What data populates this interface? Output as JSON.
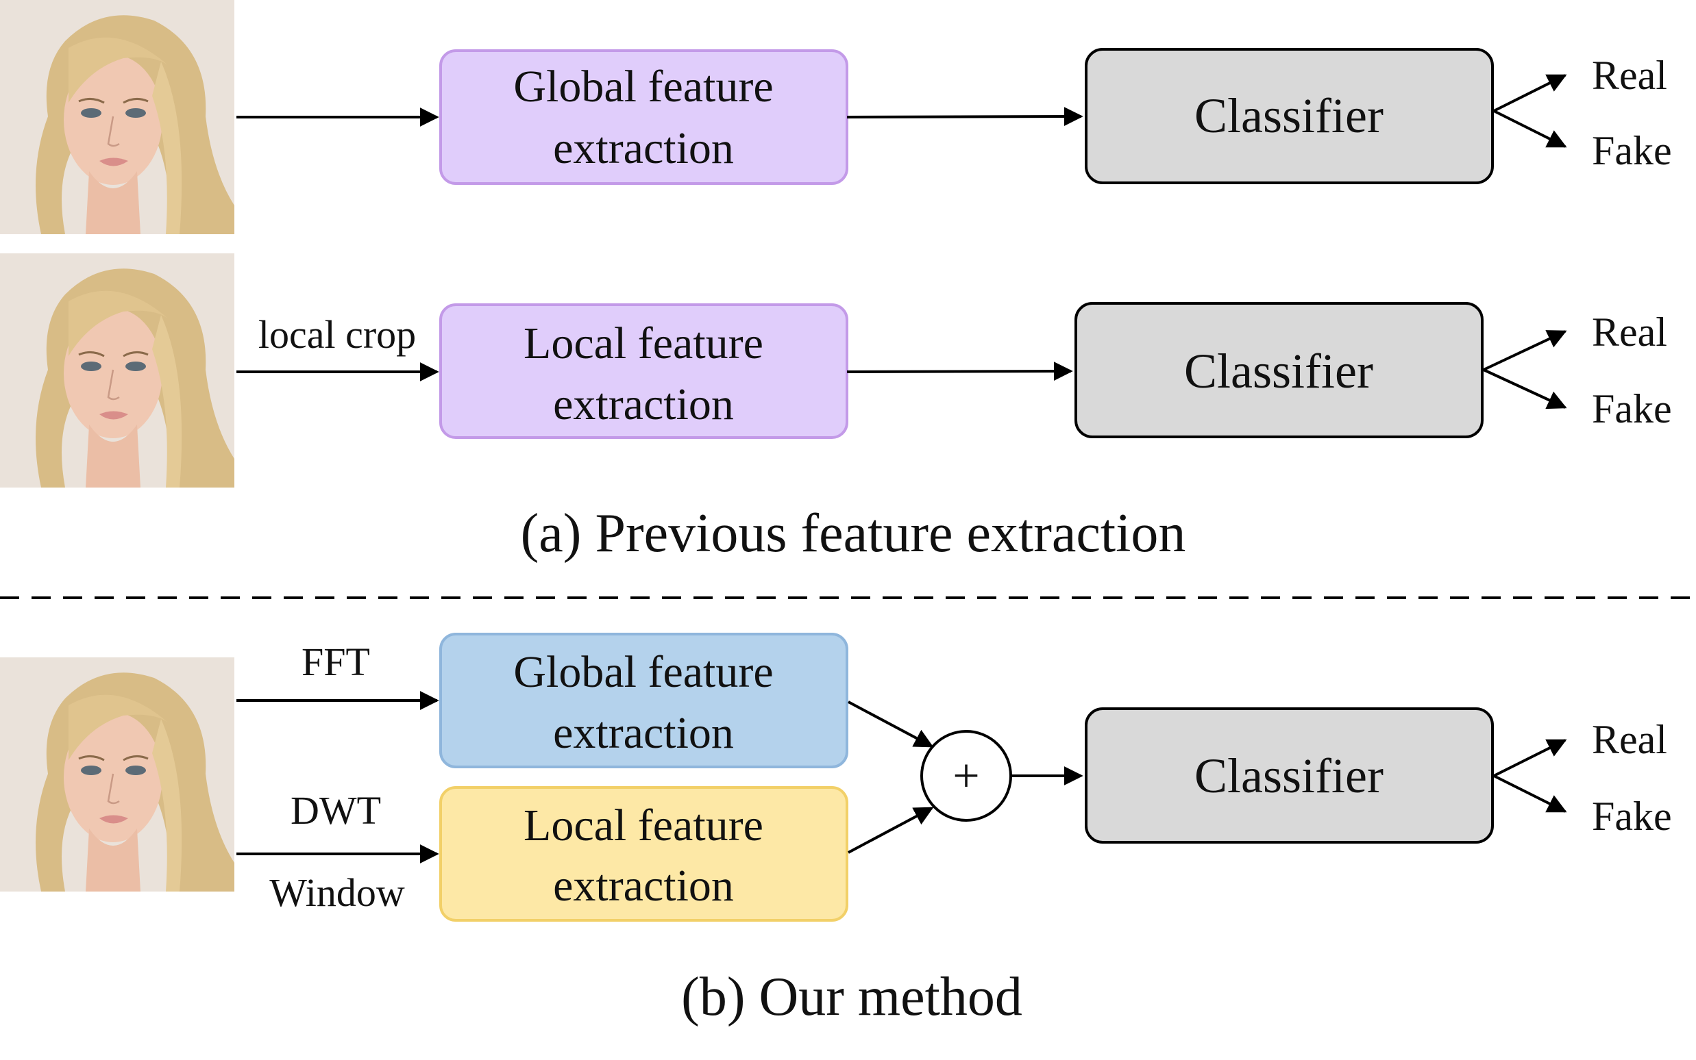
{
  "section_a": {
    "caption": "(a) Previous feature extraction",
    "row1": {
      "box_line1": "Global feature",
      "box_line2": "extraction",
      "classifier": "Classifier",
      "out_real": "Real",
      "out_fake": "Fake"
    },
    "row2": {
      "arrow_label": "local crop",
      "box_line1": "Local feature",
      "box_line2": "extraction",
      "classifier": "Classifier",
      "out_real": "Real",
      "out_fake": "Fake"
    }
  },
  "section_b": {
    "caption": "(b) Our method",
    "label_fft": "FFT",
    "label_dwt": "DWT",
    "label_window": "Window",
    "global_line1": "Global feature",
    "global_line2": "extraction",
    "local_line1": "Local feature",
    "local_line2": "extraction",
    "fusion_symbol": "+",
    "classifier": "Classifier",
    "out_real": "Real",
    "out_fake": "Fake"
  },
  "colors": {
    "purple_fill": "#e0cdfb",
    "purple_stroke": "#c39ae8",
    "blue_fill": "#b4d2ec",
    "blue_stroke": "#8fb6dc",
    "yellow_fill": "#fde8a6",
    "yellow_stroke": "#f2d068",
    "gray_fill": "#d9d9d9",
    "gray_stroke": "#000000"
  },
  "icons": [
    "face-photo",
    "arrow",
    "plus-circle-icon",
    "dashed-divider"
  ]
}
